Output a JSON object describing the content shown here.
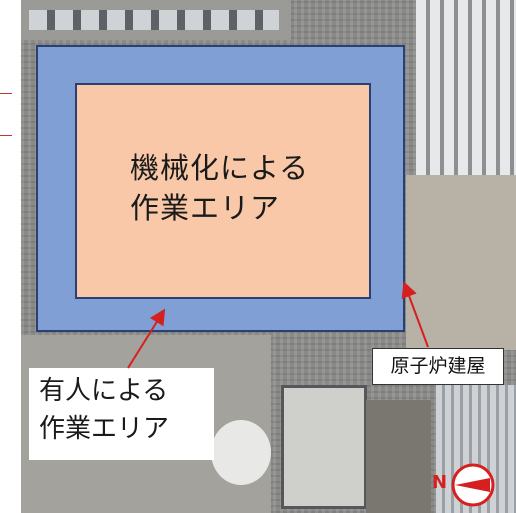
{
  "zones": {
    "mechanized": {
      "line1": "機械化による",
      "line2": "作業エリア"
    },
    "manned": {
      "line1": "有人による",
      "line2": "作業エリア"
    }
  },
  "labels": {
    "reactor_building": "原子炉建屋"
  },
  "compass": {
    "north_label": "N"
  },
  "colors": {
    "outer_zone": "#7f9fd5",
    "inner_zone": "#f8c8a8",
    "border": "#2a3f72",
    "arrow": "#d6201f"
  }
}
